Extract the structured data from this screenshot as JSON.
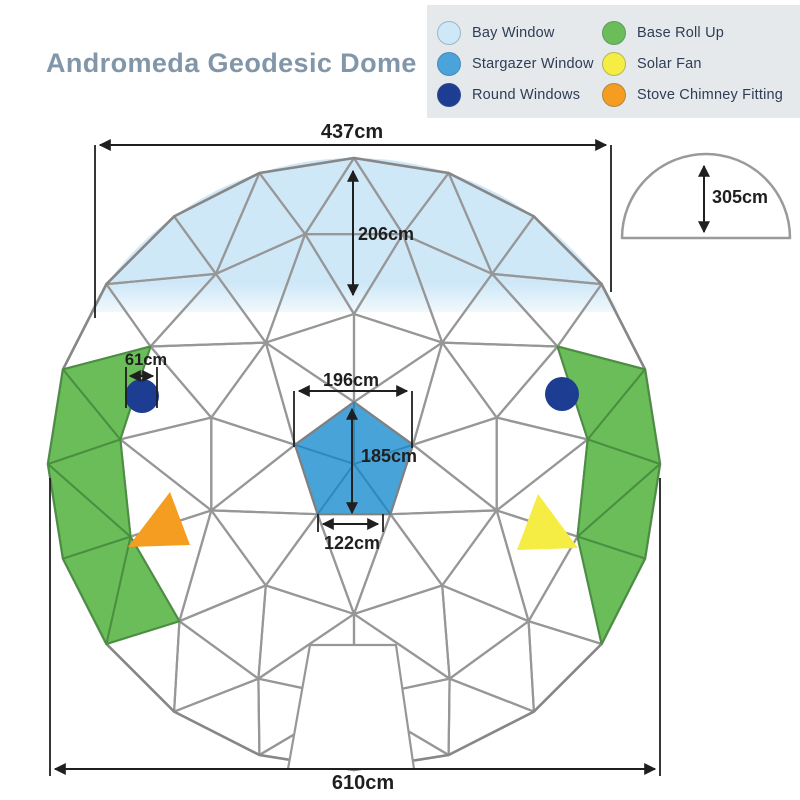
{
  "title": "Andromeda Geodesic Dome",
  "legend": {
    "items": [
      {
        "label": "Bay Window",
        "color": "#cfe8f8"
      },
      {
        "label": "Stargazer Window",
        "color": "#4aa3d9"
      },
      {
        "label": "Round Windows",
        "color": "#1c3d92"
      },
      {
        "label": "Base Roll Up",
        "color": "#6abd58"
      },
      {
        "label": "Solar Fan",
        "color": "#f5ec44"
      },
      {
        "label": "Stove Chimney Fitting",
        "color": "#f49d20"
      }
    ]
  },
  "dimensions": {
    "top_width": "437cm",
    "apex_to_ring": "206cm",
    "round_window": "61cm",
    "stargazer_width": "196cm",
    "stargazer_height": "185cm",
    "stargazer_base": "122cm",
    "base_width": "610cm",
    "side_height": "305cm"
  },
  "colors": {
    "bay": "#cfe8f8",
    "stargazer": "#48a3d8",
    "round": "#1c3d92",
    "base_roll_up": "#6abd58",
    "base_roll_up_stroke": "#4a8f41",
    "solar": "#f5ec44",
    "stove": "#f49d20",
    "mesh": "#979797",
    "silhouette": "#878787",
    "dimension": "#1f1f1f",
    "title": "#8196a8",
    "legend_bg": "#e6e9ec",
    "legend_text": "#2e3d55"
  }
}
